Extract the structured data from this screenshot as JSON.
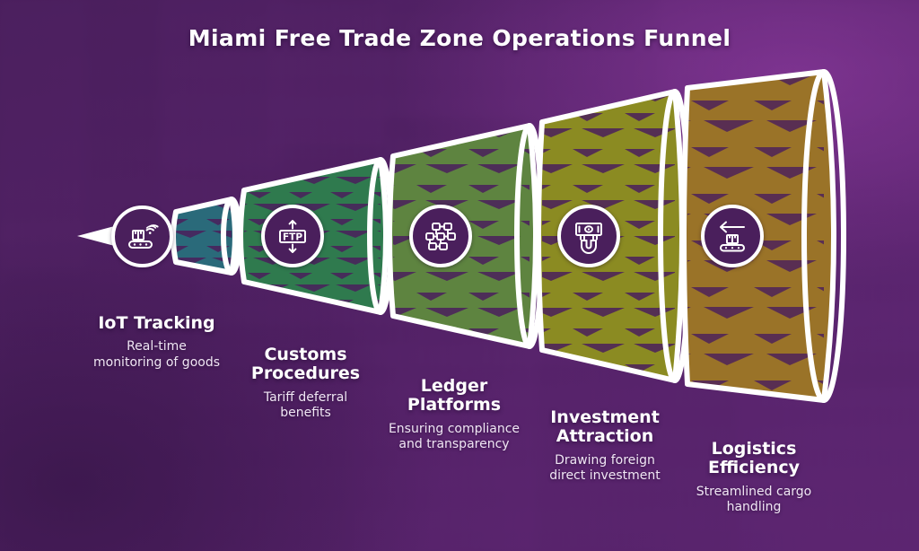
{
  "header": {
    "title": "Miami Free Trade Zone Operations Funnel"
  },
  "theme": {
    "background_purple": "#4a1f5c",
    "outline_white": "#ffffff",
    "text_white": "#ffffff",
    "desc_text": "#f0e6f4"
  },
  "funnel": {
    "type": "horizontal-cone-funnel",
    "direction": "left-to-right, narrow to wide",
    "segment_count": 5,
    "stages": [
      {
        "index": 1,
        "title": "IoT Tracking",
        "title_lines": "IoT Tracking",
        "description": "Real-time\nmonitoring of goods",
        "icon": "conveyor-wifi-icon",
        "color": "#2a6a7a",
        "color_name": "teal"
      },
      {
        "index": 2,
        "title": "Customs Procedures",
        "title_lines": "Customs\nProcedures",
        "description": "Tariff deferral\nbenefits",
        "icon": "ftp-transfer-icon",
        "color": "#2f7a4e",
        "color_name": "green"
      },
      {
        "index": 3,
        "title": "Ledger Platforms",
        "title_lines": "Ledger\nPlatforms",
        "description": "Ensuring compliance\nand transparency",
        "icon": "blockchain-network-icon",
        "color": "#5e8440",
        "color_name": "leaf-green"
      },
      {
        "index": 4,
        "title": "Investment Attraction",
        "title_lines": "Investment\nAttraction",
        "description": "Drawing foreign\ndirect investment",
        "icon": "banknote-magnet-icon",
        "color": "#8b8b22",
        "color_name": "olive"
      },
      {
        "index": 5,
        "title": "Logistics Efficiency",
        "title_lines": "Logistics\nEfficiency",
        "description": "Streamlined cargo\nhandling",
        "icon": "conveyor-arrow-icon",
        "color": "#9a7328",
        "color_name": "gold"
      }
    ]
  }
}
